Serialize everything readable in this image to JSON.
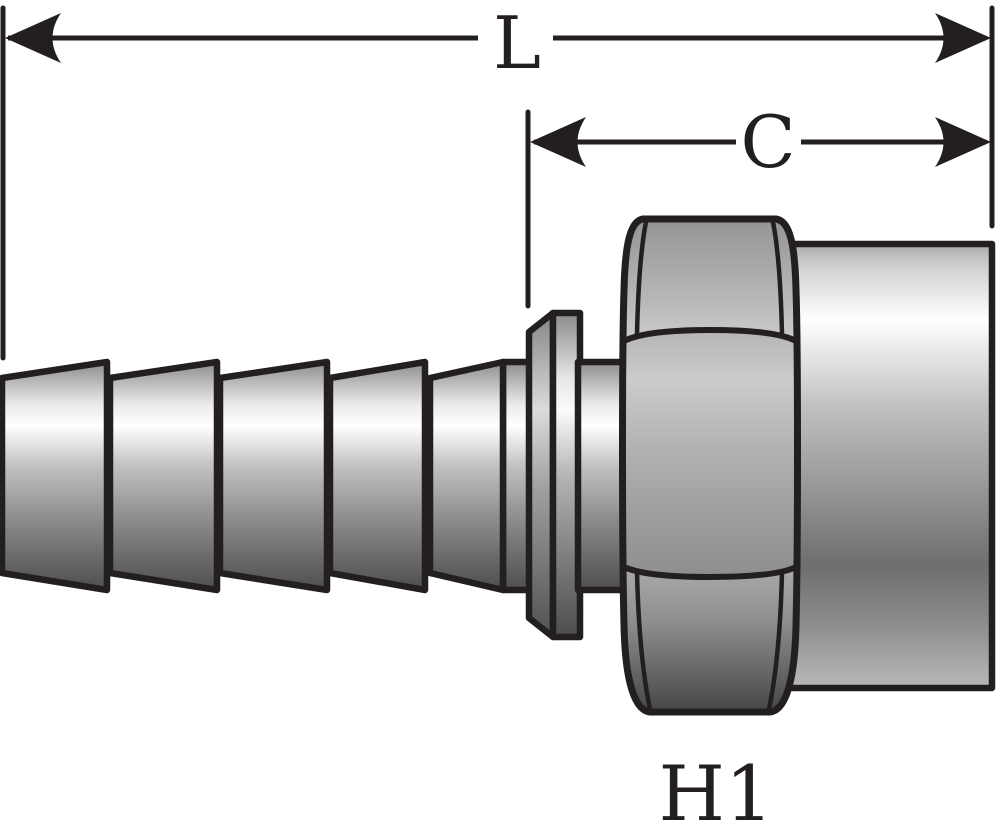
{
  "labels": {
    "length_overall": "L",
    "cutoff": "C",
    "hex": "H1"
  },
  "colors": {
    "ink": "#231f20",
    "background": "#ffffff",
    "metal_highlight": "#ffffff",
    "metal_light": "#c8c8c8",
    "metal_mid": "#909090",
    "metal_dark": "#4a4a4a"
  }
}
